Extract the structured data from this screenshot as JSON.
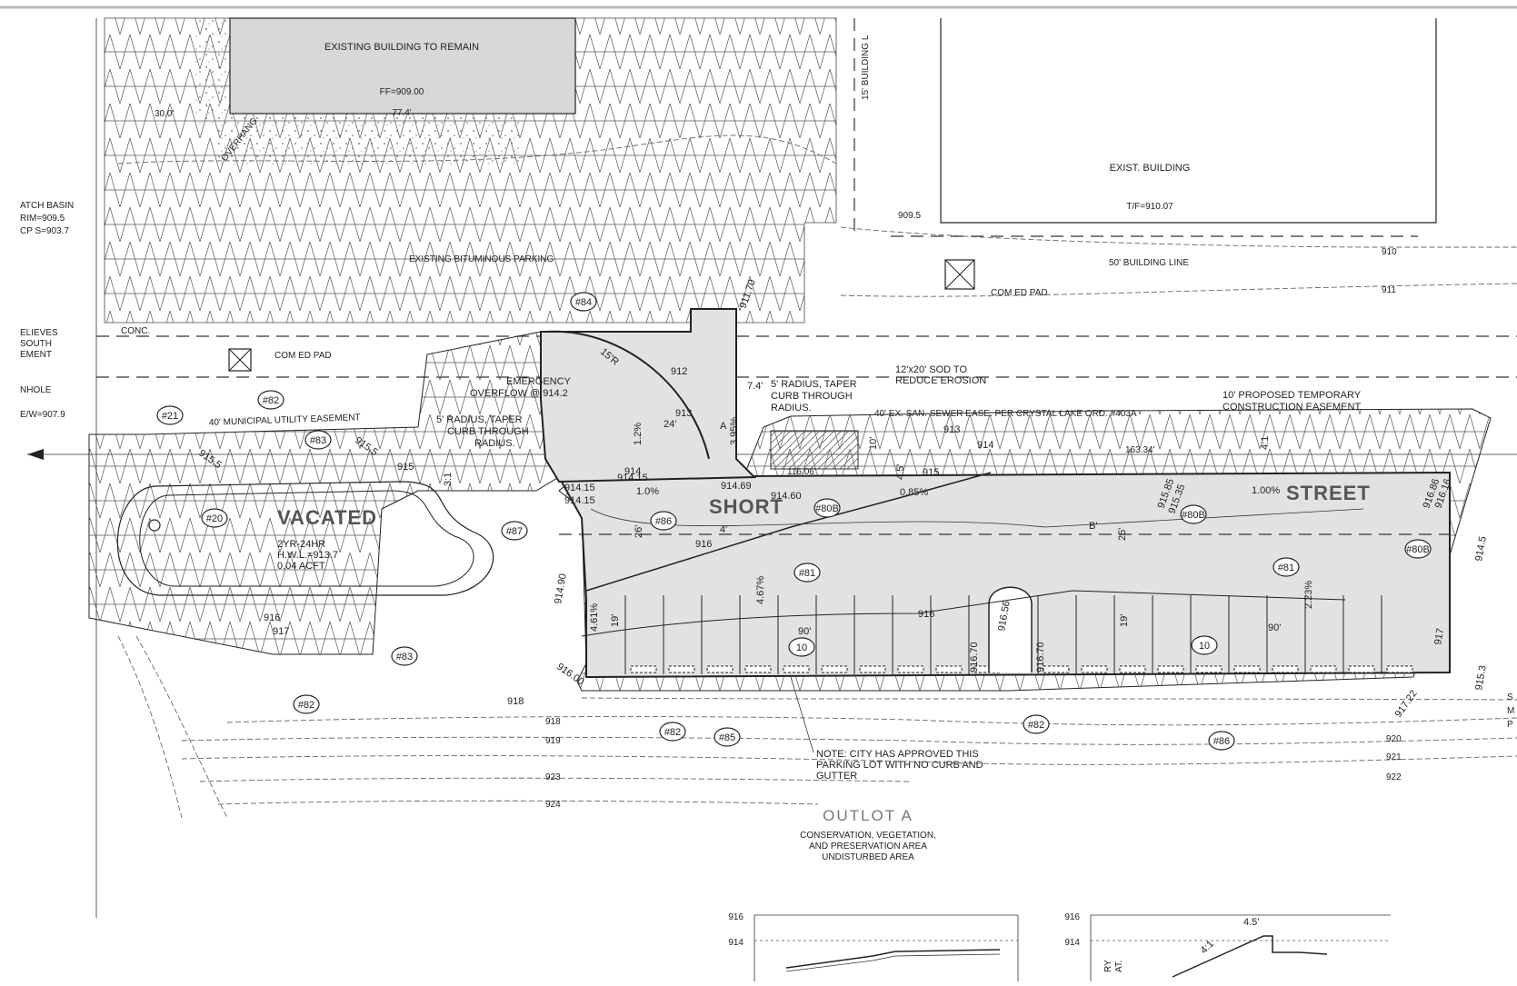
{
  "buildings": {
    "existing_building": "EXISTING BUILDING TO REMAIN",
    "existing_ff": "FF=909.00",
    "existing_dim": "77.4'",
    "existing_offset": "30.0'",
    "overhang": "OVERHANG",
    "exist_building": "EXIST. BUILDING",
    "exist_tf": "T/F=910.07",
    "building_line_15": "15' BUILDING L",
    "building_line_50": "50' BUILDING LINE"
  },
  "left_edge": {
    "catch_basin_1": "ATCH BASIN",
    "catch_basin_2": "RIM=909.5",
    "catch_basin_3": "CP S=903.7",
    "relieves_1": "ELIEVES",
    "relieves_2": "SOUTH",
    "relieves_3": "EMENT",
    "manhole": "NHOLE",
    "manhole_ew": "E/W=907.9"
  },
  "site_labels": {
    "existing_parking": "EXISTING BITUMINOUS PARKING",
    "com_ed_pad_left": "COM ED PAD",
    "com_ed_pad_right": "COM ED PAD",
    "conc": "CONC.",
    "municipal_easement": "40' MUNICIPAL UTILITY EASEMENT",
    "sewer_easement": "40' EX. SAN. SEWER EASE. PER CRYSTAL LAKE ORD. #403A",
    "temp_easement_1": "10' PROPOSED TEMPORARY",
    "temp_easement_2": "CONSTRUCTION EASEMENT",
    "sod_1": "12'x20' SOD TO",
    "sod_2": "REDUCE EROSION",
    "radius_right_1": "5' RADIUS, TAPER",
    "radius_right_2": "CURB THROUGH",
    "radius_right_3": "RADIUS.",
    "radius_left_1": "5' RADIUS, TAPER",
    "radius_left_2": "CURB THROUGH",
    "radius_left_3": "RADIUS.",
    "emergency_1": "EMERGENCY",
    "emergency_2": "OVERFLOW @ 914.2",
    "vacated": "VACATED",
    "short": "SHORT",
    "street": "STREET",
    "basin_1": "2YR-24HR",
    "basin_2": "H.W.L.=913.7",
    "basin_3": "0.04 ACFT",
    "note_1": "NOTE: CITY HAS APPROVED THIS",
    "note_2": "PARKING LOT WITH NO CURB AND",
    "note_3": "GUTTER",
    "outlot_title": "OUTLOT A",
    "outlot_1": "CONSERVATION, VEGETATION,",
    "outlot_2": "AND PRESERVATION AREA",
    "outlot_3": "UNDISTURBED AREA",
    "section_a": "A",
    "section_b": "B'"
  },
  "bubbles": [
    "#84",
    "#82",
    "#83",
    "#21",
    "#20",
    "#87",
    "#86",
    "#80B",
    "#81",
    "#83",
    "#82",
    "#85",
    "#82",
    "#86",
    "#82",
    "#80B",
    "#80B",
    "#81",
    "10",
    "10"
  ],
  "elevations": {
    "e911_70": "911.70",
    "e912": "912",
    "e913": "913",
    "e913b": "913",
    "e914": "914",
    "e914b": "914",
    "e915": "915",
    "e915b": "915",
    "e916": "916",
    "e916b": "916",
    "e916c": "916",
    "e917": "917",
    "e917b": "917",
    "e918": "918",
    "e914_15a": "914.15",
    "e914_15b": "914.15",
    "e914_15c": "914.15",
    "e914_60": "914.60",
    "e914_69": "914.69",
    "e915_5a": "915.5",
    "e915_5b": "915.5",
    "e916_70a": "916.70",
    "e916_70b": "916.70",
    "e915_85": "915.85",
    "e915_35": "915.35",
    "e916_86": "916.86",
    "e916_1": "916.16",
    "e914_5": "914.5",
    "e915_3": "915.3",
    "e914_90": "914.90",
    "e916_00": "916.00",
    "e917_22": "917.22",
    "e916_56": "916.56",
    "e909_5": "909.5",
    "e910": "910",
    "e911": "911",
    "e918b": "918",
    "e919": "919",
    "e920": "920",
    "e921": "921",
    "e922": "922",
    "e923": "923",
    "e924": "924"
  },
  "dimensions": {
    "d15r": "15'R",
    "d24": "24'",
    "d7_4": "7.4'",
    "d4": "4'",
    "d26": "26'",
    "d19a": "19'",
    "d19b": "19'",
    "d25": "25'",
    "d90a": "90'",
    "d90b": "90'",
    "d4_5": "4.5'",
    "d4_1": "4:1",
    "d3_1": "3:1",
    "d10": "10'",
    "d4_5b": "4.5'",
    "d116": "116.06'",
    "d163": "163.34'"
  },
  "slopes": {
    "s1_0": "1.0%",
    "s0_85": "0.85%",
    "s1_00": "1.00%",
    "s4_61": "4.61%",
    "s4_67": "4.67%",
    "s2_23": "2.23%",
    "s1_2": "1.2%",
    "s3_95": "3.95%",
    "s4_1": "4:1",
    "s3_1": "3:1"
  },
  "profiles": {
    "left_916": "916",
    "left_914": "914",
    "right_916": "916",
    "right_914": "914",
    "right_side_label": "RY",
    "right_side_label_2": "AT.",
    "right_dim": "4.5'",
    "right_slope": "4:1",
    "right_far_1": "S",
    "right_far_2": "M",
    "right_far_3": "P"
  }
}
